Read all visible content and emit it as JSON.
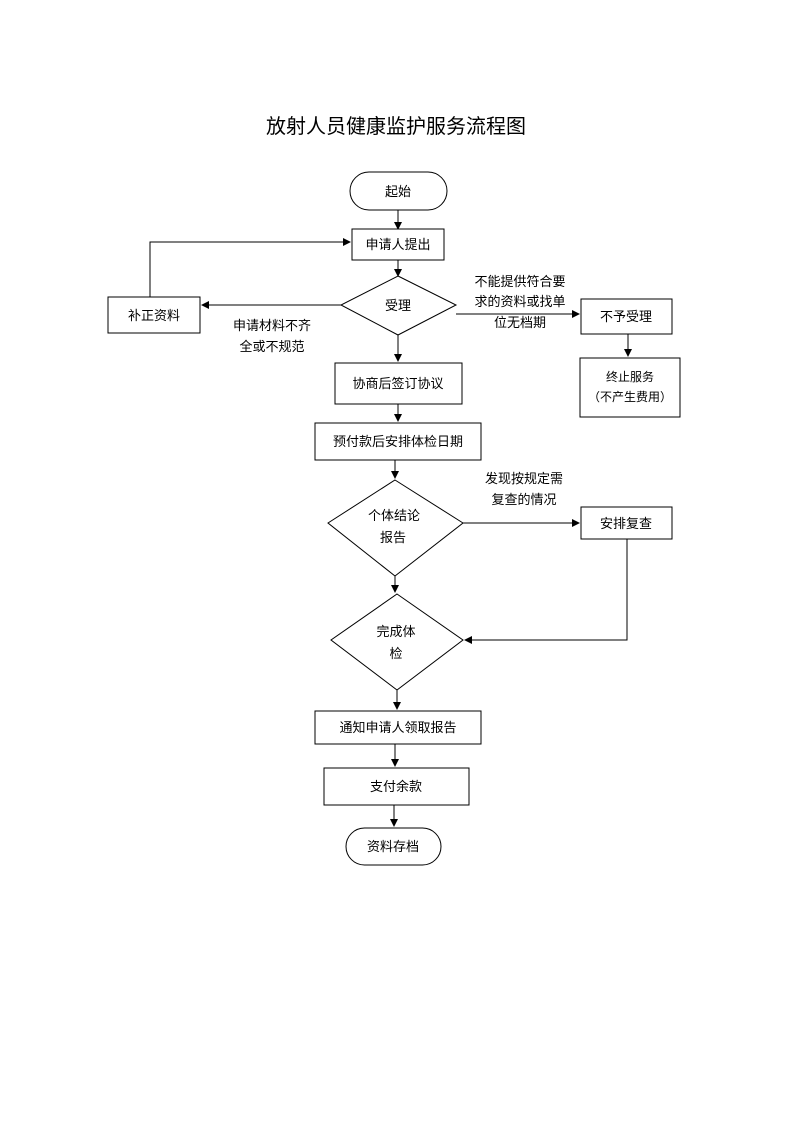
{
  "title": "放射人员健康监护服务流程图",
  "nodes": {
    "start": "起始",
    "apply": "申请人提出",
    "accept": "受理",
    "supplement": "补正资料",
    "reject": "不予受理",
    "terminate_line1": "终止服务",
    "terminate_line2": "（不产生费用）",
    "agreement": "协商后签订协议",
    "prepay": "预付款后安排体检日期",
    "report_line1": "个体结论",
    "report_line2": "报告",
    "recheck": "安排复查",
    "complete_line1": "完成体",
    "complete_line2": "检",
    "notify": "通知申请人领取报告",
    "pay": "支付余款",
    "archive": "资料存档"
  },
  "edge_labels": {
    "incomplete_line1": "申请材料不齐",
    "incomplete_line2": "全或不规范",
    "reject_reason_line1": "不能提供符合要",
    "reject_reason_line2": "求的资料或找单",
    "reject_reason_line3": "位无档期",
    "recheck_reason_line1": "发现按规定需",
    "recheck_reason_line2": "复查的情况"
  }
}
